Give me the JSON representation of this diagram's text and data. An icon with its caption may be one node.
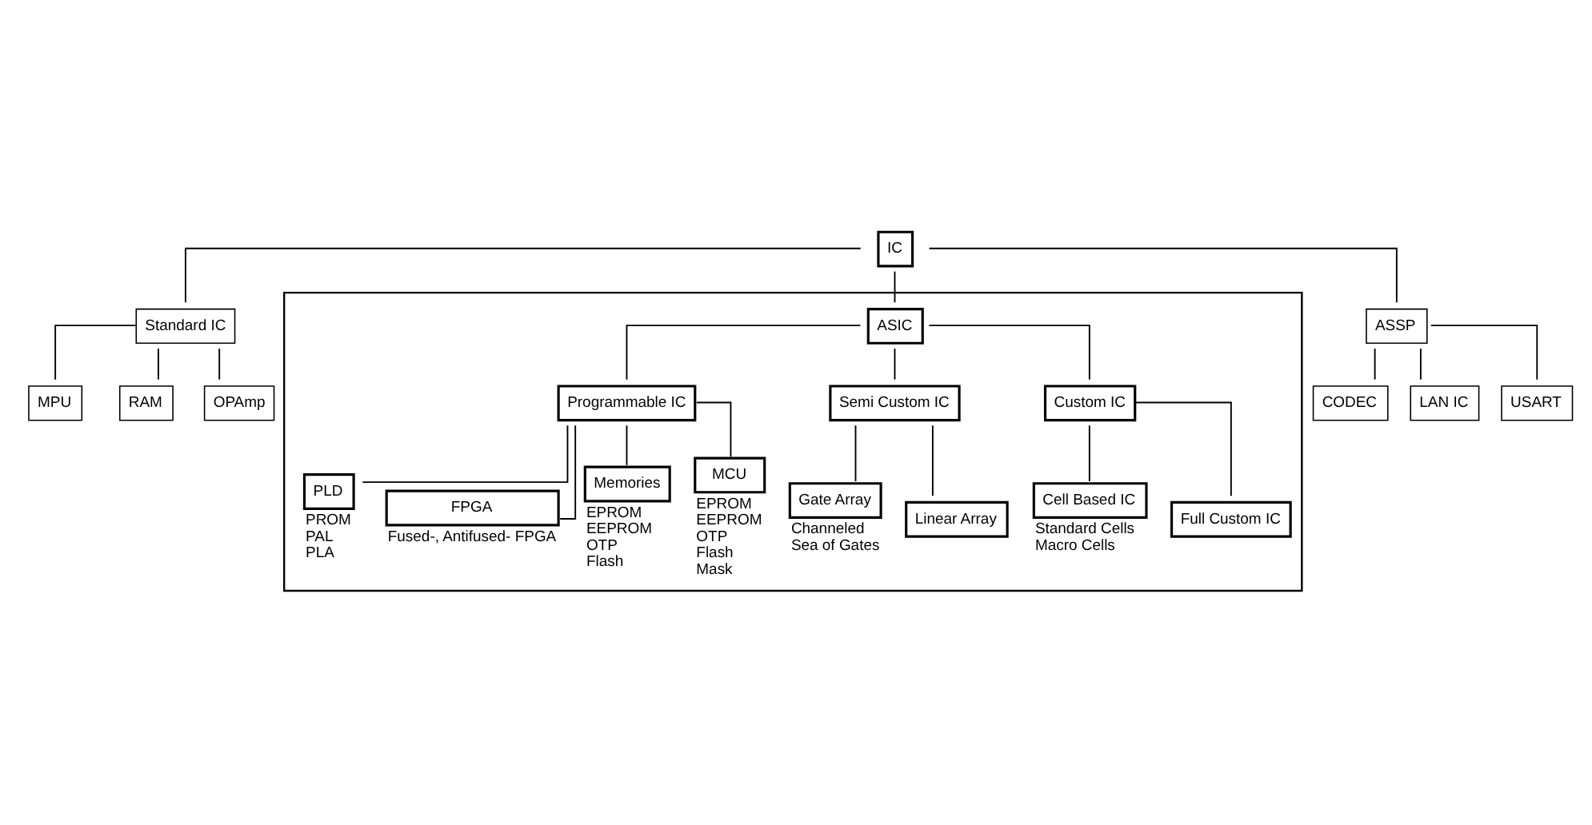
{
  "diagram": {
    "nodes": [
      {
        "text": [
          "IC"
        ]
      },
      {
        "text": [
          "Standard IC"
        ]
      },
      {
        "text": [
          "ASSP"
        ]
      },
      {
        "text": [],
        "shape": "box"
      },
      {
        "text": [
          "ASIC"
        ],
        "in": 3
      },
      {
        "text": [
          "MPU"
        ]
      },
      {
        "text": [
          "RAM"
        ]
      },
      {
        "text": [
          "OPAmp"
        ]
      },
      {
        "text": [
          "CODEC"
        ]
      },
      {
        "text": [
          "LAN IC"
        ]
      },
      {
        "text": [
          "USART"
        ]
      },
      {
        "text": [
          "Programmable IC"
        ],
        "in": 3
      },
      {
        "text": [
          "Semi Custom IC"
        ],
        "in": 3
      },
      {
        "text": [
          "Custom IC"
        ],
        "in": 3
      },
      {
        "text": [
          "PLD"
        ],
        "in": 3,
        "beside": [
          "PROM",
          "PAL",
          "PLA"
        ]
      },
      {
        "text": [
          "FPGA"
        ],
        "in": 3,
        "beside": [
          "Fused-, Antifused- FPGA"
        ]
      },
      {
        "text": [
          "Memories"
        ],
        "in": 3,
        "beside": [
          "EPROM",
          "EEPROM",
          "OTP",
          "Flash"
        ]
      },
      {
        "text": [
          "MCU"
        ],
        "in": 3,
        "beside": [
          "EPROM",
          "EEPROM",
          "OTP",
          "Flash",
          "Mask"
        ]
      },
      {
        "text": [
          "Gate Array"
        ],
        "in": 3,
        "beside": [
          "Channeled",
          "Sea of Gates"
        ]
      },
      {
        "text": [
          "Linear Array"
        ],
        "in": 3
      },
      {
        "text": [
          "Cell Based IC"
        ],
        "in": 3,
        "beside": [
          "Standard Cells",
          "Macro Cells"
        ]
      },
      {
        "text": [
          "Full Custom IC"
        ],
        "in": 3
      }
    ],
    "edges": [
      {
        "from": 0,
        "to": 1,
        "arrow": "none"
      },
      {
        "from": 0,
        "to": 2,
        "arrow": "none"
      },
      {
        "from": 0,
        "to": 4,
        "arrow": "none"
      },
      {
        "from": 1,
        "to": 5,
        "arrow": "none"
      },
      {
        "from": 1,
        "to": 6,
        "arrow": "none"
      },
      {
        "from": 1,
        "to": 7,
        "arrow": "none"
      },
      {
        "from": 2,
        "to": 8,
        "arrow": "none"
      },
      {
        "from": 2,
        "to": 9,
        "arrow": "none"
      },
      {
        "from": 2,
        "to": 10,
        "arrow": "none"
      },
      {
        "from": 4,
        "to": 11,
        "arrow": "none"
      },
      {
        "from": 4,
        "to": 12,
        "arrow": "none"
      },
      {
        "from": 4,
        "to": 13,
        "arrow": "none"
      },
      {
        "from": 11,
        "to": 14,
        "arrow": "none"
      },
      {
        "from": 11,
        "to": 15,
        "arrow": "none"
      },
      {
        "from": 11,
        "to": 16,
        "arrow": "none"
      },
      {
        "from": 11,
        "to": 17,
        "arrow": "none"
      },
      {
        "from": 12,
        "to": 18,
        "arrow": "none"
      },
      {
        "from": 12,
        "to": 19,
        "arrow": "none"
      },
      {
        "from": 13,
        "to": 20,
        "arrow": "none"
      },
      {
        "from": 13,
        "to": 21,
        "arrow": "none"
      }
    ]
  }
}
